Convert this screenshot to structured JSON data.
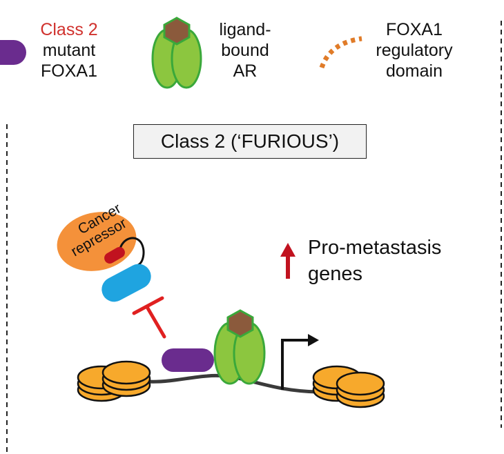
{
  "legend": {
    "foxa1": {
      "line1": "Class 2",
      "line2": "mutant",
      "line3": "FOXA1",
      "line1_color": "#d0312d"
    },
    "ar": {
      "line1": "ligand-",
      "line2": "bound",
      "line3": "AR"
    },
    "regulatory": {
      "line1": "FOXA1",
      "line2": "regulatory",
      "line3": "domain"
    }
  },
  "panel_title": "Class 2 (‘FURIOUS’)",
  "repressor_label": {
    "line1": "Cancer",
    "line2": "repressor"
  },
  "target_label": {
    "line1": "Pro-metastasis",
    "line2": "genes"
  },
  "colors": {
    "foxa1_purple": "#6a2c8e",
    "ar_green": "#8cc63f",
    "ar_outline": "#3aa83a",
    "ligand_brown": "#8b5a3c",
    "regulatory_orange": "#e07b28",
    "repressor_orange": "#f4913a",
    "blue_domain": "#1fa4e0",
    "red_domain": "#c1121f",
    "inhibit_red": "#e02020",
    "arrow_red": "#c1121f",
    "nucleosome": "#f7a92c"
  },
  "icons": [
    "foxa1-mutant-icon",
    "ligand-bound-ar-icon",
    "regulatory-domain-icon",
    "nucleosome-icon",
    "transcription-start-arrow-icon",
    "upregulation-arrow-icon",
    "inhibition-icon"
  ]
}
